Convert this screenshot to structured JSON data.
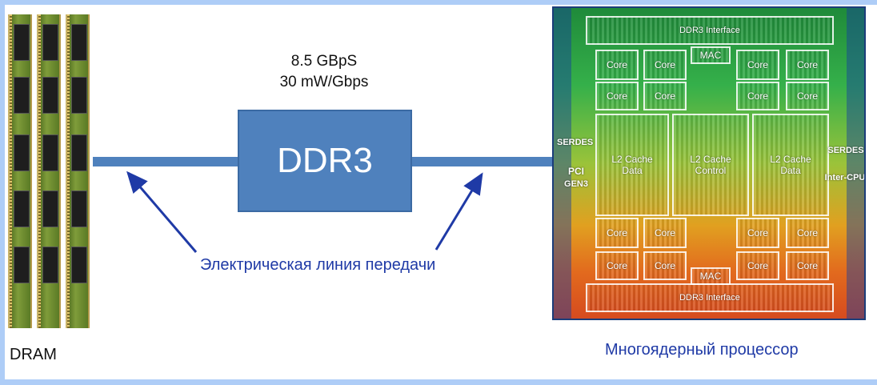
{
  "dram": {
    "label": "DRAM"
  },
  "link": {
    "interface": "DDR3",
    "bandwidth": "8.5 GBpS",
    "power": "30 mW/Gbps",
    "line_caption": "Электрическая линия передачи"
  },
  "cpu": {
    "caption": "Многоядерный процессор",
    "ddr3_top": "DDR3 Interface",
    "ddr3_bottom": "DDR3 Interface",
    "mac_top": "MAC",
    "mac_bottom": "MAC",
    "core": "Core",
    "l2_left": "L2 Cache\nData",
    "l2_center": "L2 Cache\nControl",
    "l2_right": "L2 Cache\nData",
    "serdes_left": "SERDES",
    "serdes_right": "SERDES",
    "pci": "PCI",
    "gen3": "GEN3",
    "inter_cpu": "Inter-CPU"
  },
  "colors": {
    "bus": "#4f81bd",
    "caption": "#1f3aa6",
    "arrow": "#1f3aa6"
  }
}
